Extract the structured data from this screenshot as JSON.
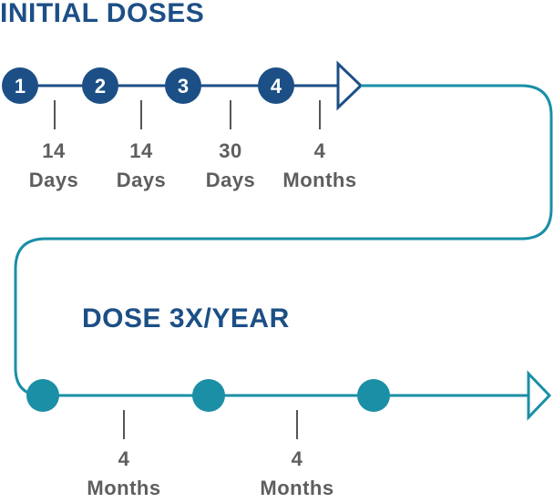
{
  "titles": {
    "initial": "INITIAL DOSES",
    "yearly": "DOSE 3X/YEAR"
  },
  "initial_doses": [
    {
      "number": "1"
    },
    {
      "number": "2"
    },
    {
      "number": "3"
    },
    {
      "number": "4"
    }
  ],
  "initial_intervals": [
    {
      "value": "14",
      "unit": "Days"
    },
    {
      "value": "14",
      "unit": "Days"
    },
    {
      "value": "30",
      "unit": "Days"
    },
    {
      "value": "4",
      "unit": "Months"
    }
  ],
  "yearly_intervals": [
    {
      "value": "4",
      "unit": "Months"
    },
    {
      "value": "4",
      "unit": "Months"
    }
  ],
  "colors": {
    "navy": "#1c4f86",
    "teal": "#1a8fa6",
    "label_gray": "#5e5e5e"
  }
}
